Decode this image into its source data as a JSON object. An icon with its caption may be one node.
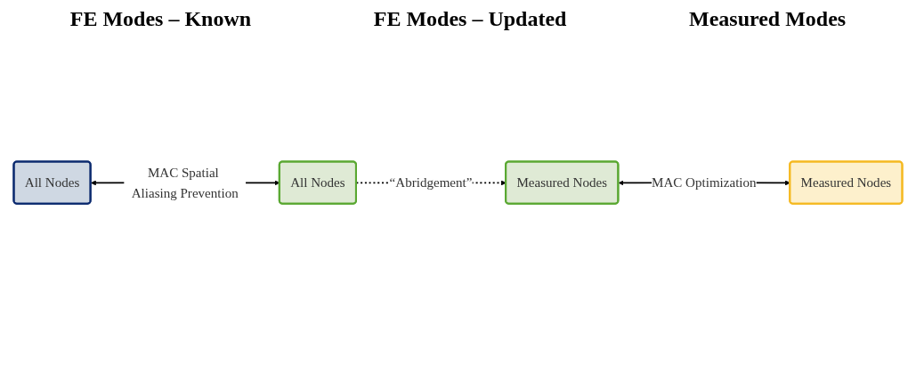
{
  "diagram": {
    "nodes": [
      {
        "text": [
          "All Nodes"
        ]
      },
      {
        "text": [
          "All Nodes"
        ]
      },
      {
        "text": [
          "Measured Nodes"
        ]
      },
      {
        "text": [
          "Measured Nodes"
        ]
      }
    ],
    "edges": [
      {
        "from": 0,
        "to": 1,
        "arrow": "both",
        "label": "MAC Spatial Aliasing Prevention"
      },
      {
        "from": 1,
        "to": 2,
        "arrow": "to",
        "label": "“Abridgement”",
        "style": "dashed"
      },
      {
        "from": 2,
        "to": 3,
        "arrow": "both",
        "label": "MAC Optimization"
      }
    ],
    "labels": [
      "FE Modes – Known",
      "FE Modes – Updated",
      "Measured Modes"
    ]
  }
}
